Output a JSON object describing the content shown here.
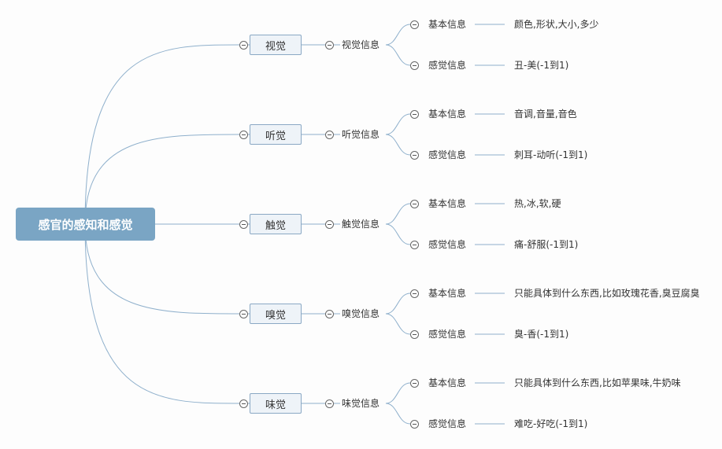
{
  "root": {
    "title": "感官的感知和感觉"
  },
  "branches": [
    {
      "sense": "视觉",
      "info": "视觉信息",
      "children": [
        {
          "label": "基本信息",
          "detail": "颜色,形状,大小,多少"
        },
        {
          "label": "感觉信息",
          "detail": "丑-美(-1到1)"
        }
      ]
    },
    {
      "sense": "听觉",
      "info": "听觉信息",
      "children": [
        {
          "label": "基本信息",
          "detail": "音调,音量,音色"
        },
        {
          "label": "感觉信息",
          "detail": "刺耳-动听(-1到1)"
        }
      ]
    },
    {
      "sense": "触觉",
      "info": "触觉信息",
      "children": [
        {
          "label": "基本信息",
          "detail": "热,冰,软,硬"
        },
        {
          "label": "感觉信息",
          "detail": "痛-舒服(-1到1)"
        }
      ]
    },
    {
      "sense": "嗅觉",
      "info": "嗅觉信息",
      "children": [
        {
          "label": "基本信息",
          "detail": "只能具体到什么东西,比如玫瑰花香,臭豆腐臭"
        },
        {
          "label": "感觉信息",
          "detail": "臭-香(-1到1)"
        }
      ]
    },
    {
      "sense": "味觉",
      "info": "味觉信息",
      "children": [
        {
          "label": "基本信息",
          "detail": "只能具体到什么东西,比如苹果味,牛奶味"
        },
        {
          "label": "感觉信息",
          "detail": "难吃-好吃(-1到1)"
        }
      ]
    }
  ],
  "colors": {
    "root_fill": "#7aa5c4",
    "node_fill": "#eef3f8",
    "node_border": "#8aa8c4",
    "line": "#8fb0cc"
  }
}
